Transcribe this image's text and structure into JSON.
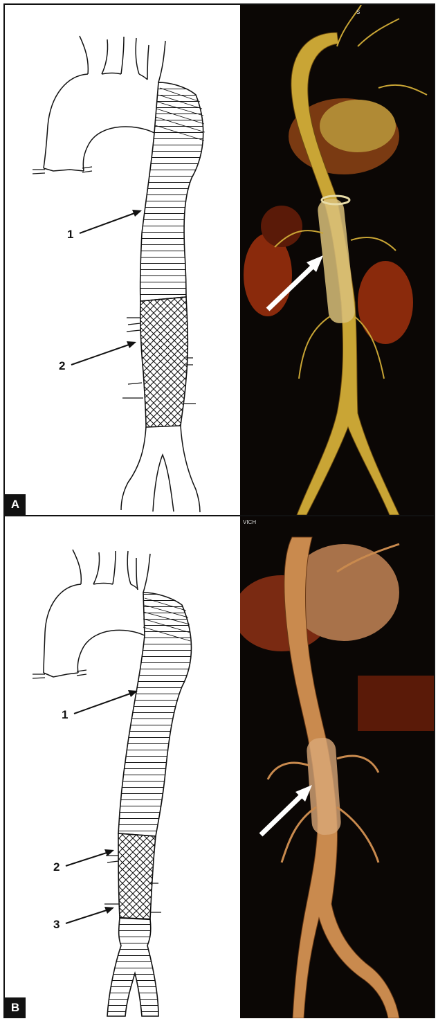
{
  "panel_a": {
    "letter": "A",
    "labels": [
      "1",
      "2"
    ],
    "photo_marker": "S"
  },
  "panel_b": {
    "letter": "B",
    "labels": [
      "1",
      "2",
      "3"
    ],
    "photo_marker": "VICH"
  },
  "colors": {
    "line": "#111111",
    "panel_a_vessel": "#c9a535",
    "panel_a_organ": "#8a2a0c",
    "panel_b_vessel": "#c98a4e",
    "panel_b_organ": "#7a2a12",
    "background_dark": "#0b0705"
  }
}
